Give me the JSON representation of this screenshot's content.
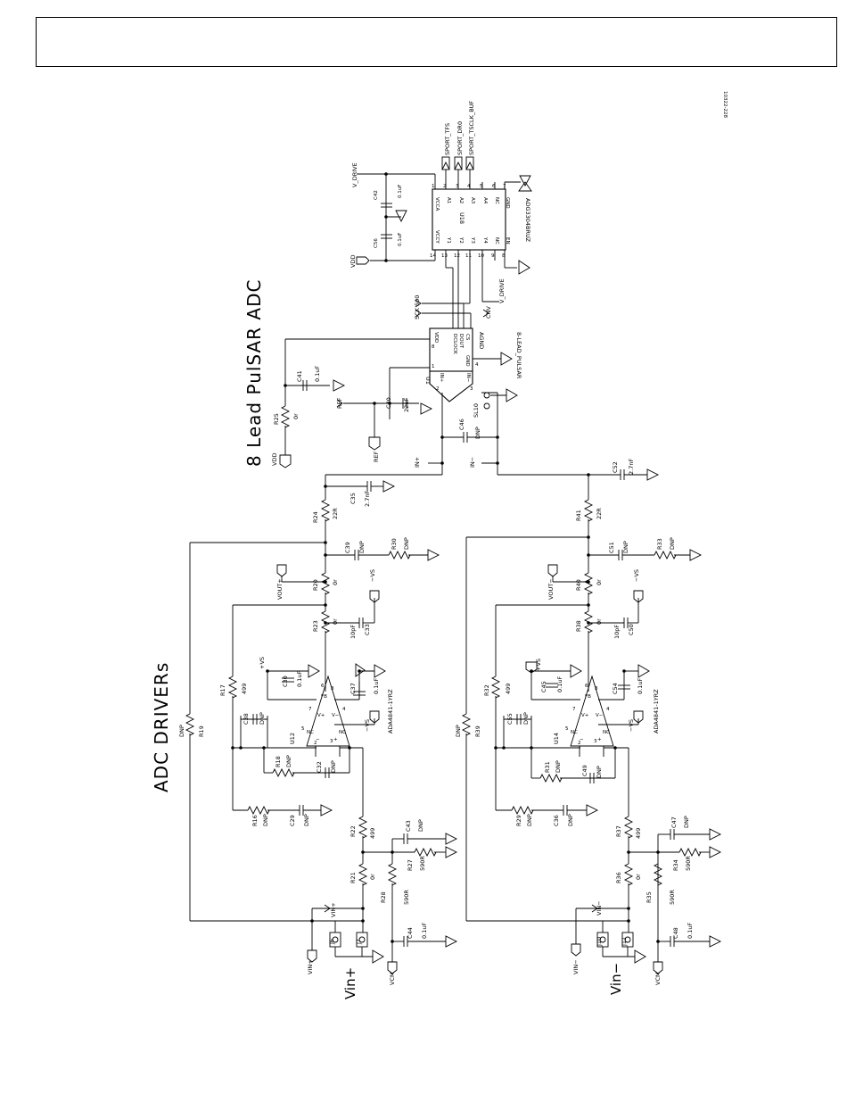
{
  "doc_code": "10322-228",
  "titles": {
    "adc": "8 Lead PulSAR ADC",
    "drivers": "ADC DRIVERs",
    "vin_plus": "Vin+",
    "vin_minus": "Vin−"
  },
  "u18": {
    "ref": "U18",
    "part": "ADG3304BRUZ",
    "pins_left": [
      "VCCA",
      "A1",
      "A2",
      "A3",
      "A4",
      "NC",
      "GND"
    ],
    "pins_left_num": [
      "1",
      "2",
      "3",
      "4",
      "5",
      "6",
      "7"
    ],
    "pins_right": [
      "VCCY",
      "Y1",
      "Y2",
      "Y3",
      "Y4",
      "NC",
      "EN"
    ],
    "pins_right_num": [
      "14",
      "13",
      "12",
      "11",
      "10",
      "9",
      "8"
    ],
    "signals": [
      "SPORT_TFS",
      "SPORT_DR0",
      "SPORT_TSCLK_BUF"
    ]
  },
  "u1": {
    "ref": "U1",
    "part": "8-LEAD_PULSAR",
    "pins": [
      "VDD",
      "DCLOCK",
      "DOUT",
      "CS",
      "GND",
      "AGND",
      "IN+",
      "IN−",
      "REF"
    ],
    "nums": [
      "8",
      "7",
      "6",
      "5",
      "4",
      "4",
      "2",
      "3",
      "1"
    ]
  },
  "nets": {
    "v_drive": "V_DRIVE",
    "vdd": "VDD",
    "sck500": "SCK 500",
    "cnv": "CNV",
    "ref": "REF",
    "in_plus": "IN+",
    "in_minus": "IN−",
    "vout_plus": "VOUT+",
    "vout_minus": "VOUT−",
    "vs_plus": "+VS",
    "vs_minus": "−VS",
    "vin_plus": "VIN+",
    "vin_minus": "VIN−",
    "vcm": "VCM"
  },
  "components": {
    "c42": [
      "C42",
      "0.1uF"
    ],
    "c56": [
      "C56",
      "0.1uF"
    ],
    "c41": [
      "C41",
      "0.1uF"
    ],
    "c40": [
      "C40",
      "22uF"
    ],
    "r25": [
      "R25",
      "0r"
    ],
    "c46": [
      "C46",
      "DNP"
    ],
    "sl10": "SL10",
    "r24": [
      "R24",
      "22R"
    ],
    "c35": [
      "C35",
      "2.7nF"
    ],
    "c39": [
      "C39",
      "DNP"
    ],
    "r30": [
      "R30",
      "DNP"
    ],
    "r20": [
      "R20",
      "0r"
    ],
    "r23": [
      "R23",
      "0r"
    ],
    "c33": [
      "C33",
      "10pF"
    ],
    "r17": [
      "R17",
      "499"
    ],
    "c30": [
      "C30",
      "0.1uF"
    ],
    "c37": [
      "C37",
      "0.1uF"
    ],
    "c38": [
      "C38",
      "DNP"
    ],
    "r19": [
      "R19",
      "DNP"
    ],
    "r18": [
      "R18",
      "DNP"
    ],
    "c32": [
      "C32",
      "DNP"
    ],
    "r16": [
      "R16",
      "DNP"
    ],
    "c29": [
      "C29",
      "DNP"
    ],
    "r22": [
      "R22",
      "499"
    ],
    "c43": [
      "C43",
      "DNP"
    ],
    "r27": [
      "R27",
      "590R"
    ],
    "r21": [
      "R21",
      "0r"
    ],
    "r28": [
      "R28",
      "590R"
    ],
    "c44": [
      "C44",
      "0.1uF"
    ],
    "j6": "J6",
    "j7": "J7",
    "u12": [
      "U12",
      "ADA4841-1YRZ"
    ],
    "r41": [
      "R41",
      "22R"
    ],
    "c52": [
      "C52",
      "2.7nF"
    ],
    "c51": [
      "C51",
      "DNP"
    ],
    "r33": [
      "R33",
      "DNP"
    ],
    "r40": [
      "R40",
      "0r"
    ],
    "r38": [
      "R38",
      "0r"
    ],
    "c50": [
      "C50",
      "10pF"
    ],
    "r32": [
      "R32",
      "499"
    ],
    "c45": [
      "C45",
      "0.1uF"
    ],
    "c54": [
      "C54",
      "0.1uF"
    ],
    "c55": [
      "C55",
      "DNP"
    ],
    "r39": [
      "R39",
      "DNP"
    ],
    "r31": [
      "R31",
      "DNP"
    ],
    "c49": [
      "C49",
      "DNP"
    ],
    "r29": [
      "R29",
      "DNP"
    ],
    "c36": [
      "C36",
      "DNP"
    ],
    "r37": [
      "R37",
      "499"
    ],
    "c47": [
      "C47",
      "DNP"
    ],
    "r34": [
      "R34",
      "590R"
    ],
    "r36": [
      "R36",
      "0r"
    ],
    "r35": [
      "R35",
      "590R"
    ],
    "c48": [
      "C48",
      "0.1uF"
    ],
    "j10": "J10",
    "j11": "J11",
    "u14": [
      "U14",
      "ADA4841-1YRZ"
    ]
  }
}
